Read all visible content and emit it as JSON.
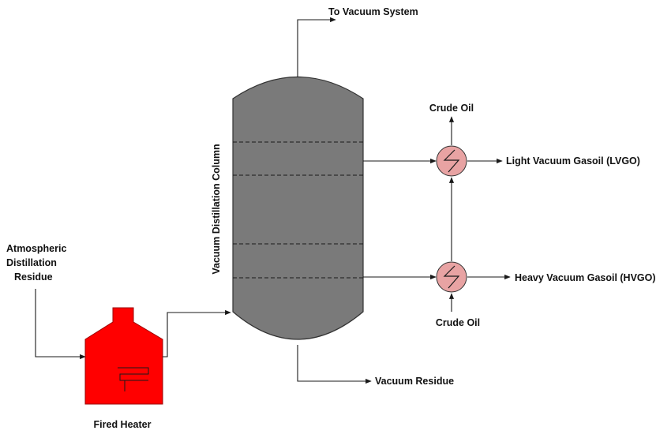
{
  "labels": {
    "to_vacuum_system": "To Vacuum System",
    "crude_oil_top": "Crude Oil",
    "crude_oil_bottom": "Crude Oil",
    "lvgo": "Light Vacuum Gasoil (LVGO)",
    "hvgo": "Heavy Vacuum Gasoil (HVGO)",
    "vacuum_residue": "Vacuum Residue",
    "fired_heater": "Fired Heater",
    "column": "Vacuum Distillation Column",
    "feed_line1": "Atmospheric",
    "feed_line2": "Distillation",
    "feed_line3": "Residue"
  },
  "colors": {
    "column_fill": "#7a7a7a",
    "heater_fill": "#ff0000",
    "exchanger_fill": "#e8a3a3",
    "line": "#1a1a1a"
  }
}
